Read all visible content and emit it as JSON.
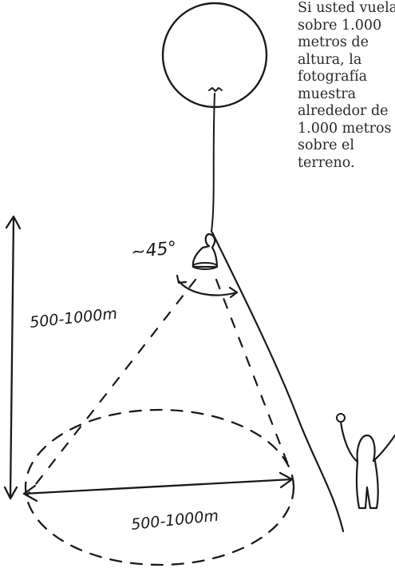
{
  "labels": {
    "angle": "~45°",
    "height": "500-1000m",
    "diameter": "500-1000m"
  },
  "paragraph": {
    "lines": [
      "Si usted vuela",
      "sobre 1.000",
      "metros de",
      "altura, la",
      "fotografía",
      "muestra",
      "alrededor de",
      "1.000 metros",
      "sobre el",
      "terreno."
    ]
  }
}
